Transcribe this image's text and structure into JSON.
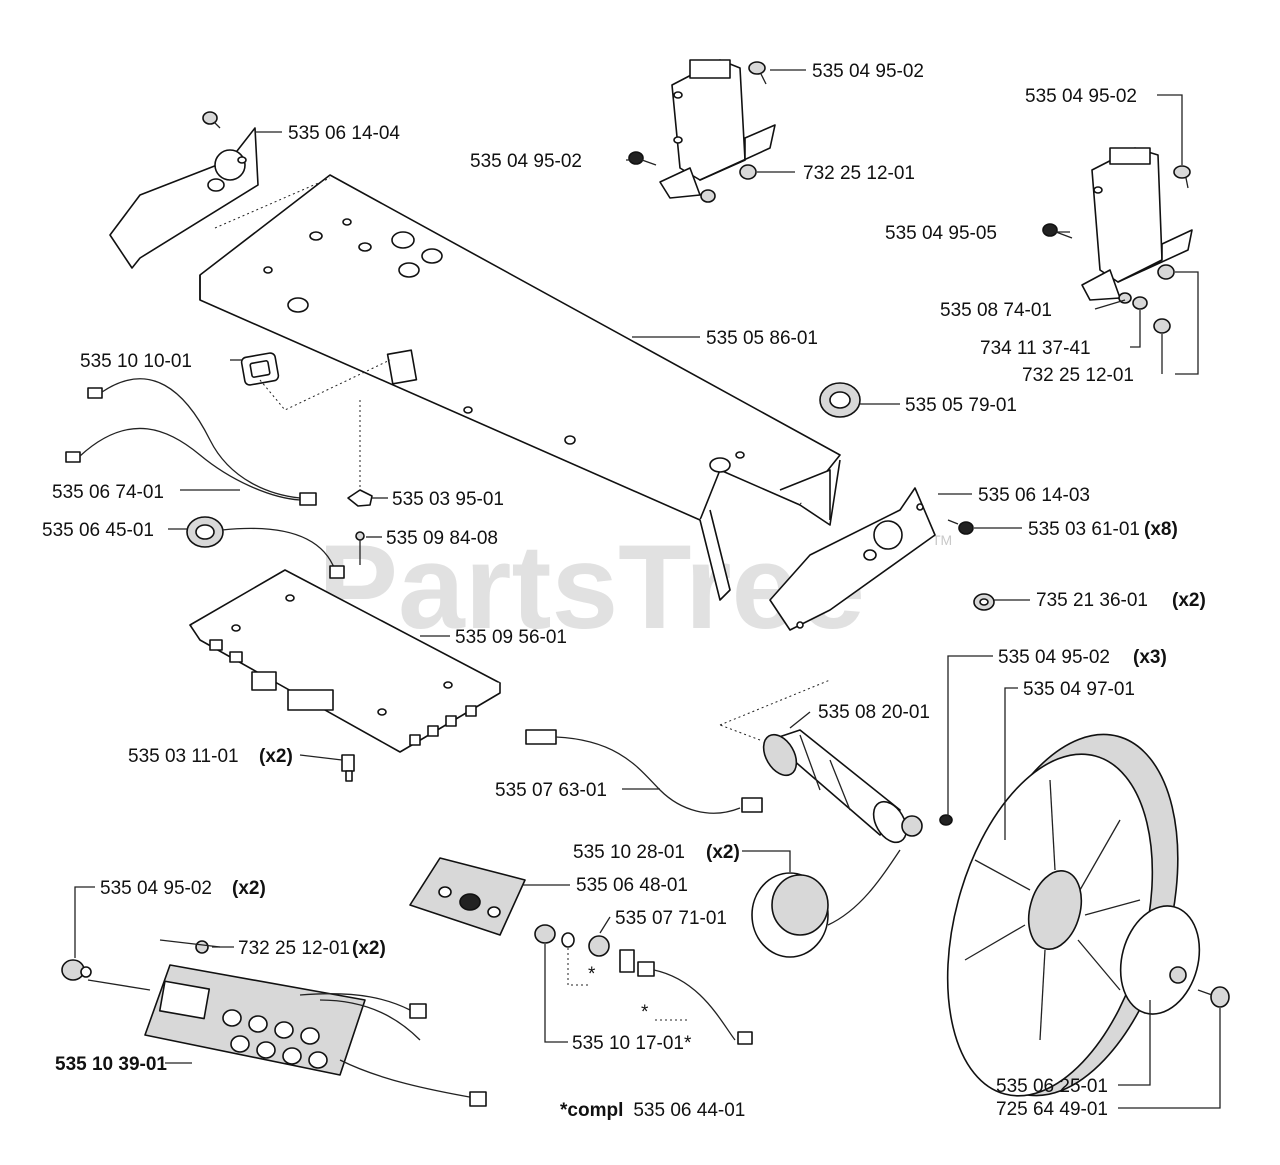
{
  "watermark": {
    "text": "PartsTree",
    "tm": "TM"
  },
  "labels": {
    "l01": "535 04 95-02",
    "l02": "535 06 14-04",
    "l03": "535 04 95-02",
    "l04": "732 25 12-01",
    "l05": "535 04 95-02",
    "l06": "535 04 95-05",
    "l07": "535 08 74-01",
    "l08": "734 11 37-41",
    "l09": "732 25 12-01",
    "l10": "535 05 86-01",
    "l11": "535 10 10-01",
    "l12": "535 05 79-01",
    "l13": "535 06 74-01",
    "l14": "535 03 95-01",
    "l15": "535 06 14-03",
    "l16": "535 06 45-01",
    "l17": "535 09 84-08",
    "l18": "535 03 61-01",
    "l18q": "(x8)",
    "l19": "735 21 36-01",
    "l19q": "(x2)",
    "l20": "535 09 56-01",
    "l21": "535 04 95-02",
    "l21q": "(x3)",
    "l22": "535 04 97-01",
    "l23": "535 08 20-01",
    "l24": "535 03 11-01",
    "l24q": "(x2)",
    "l25": "535 07 63-01",
    "l26": "535 10 28-01",
    "l26q": "(x2)",
    "l27": "535 06 48-01",
    "l28": "535 04 95-02",
    "l28q": "(x2)",
    "l29": "535 07 71-01",
    "l30": "732 25 12-01",
    "l30q": "(x2)",
    "l31": "535 10 39-01",
    "l32": "535 10 17-01*",
    "l33": "535 06 25-01",
    "l34": "725 64 49-01",
    "footnote_bold": "*compl",
    "footnote_rest": "535 06 44-01",
    "star": "*"
  }
}
